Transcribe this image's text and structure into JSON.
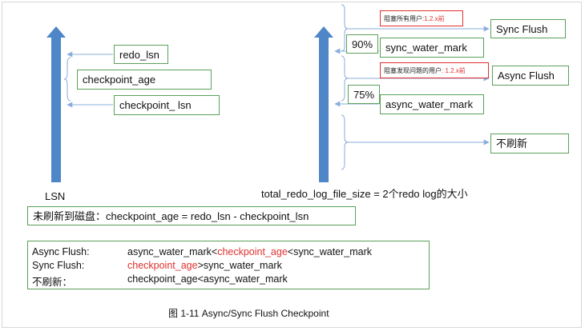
{
  "left_axis": {
    "label": "LSN"
  },
  "left_boxes": {
    "redo_lsn": "redo_lsn",
    "checkpoint_age": "checkpoint_age",
    "checkpoint_lsn": "checkpoint_ lsn"
  },
  "right_axis": {
    "label": "total_redo_log_file_size = 2个redo log的大小"
  },
  "right_boxes": {
    "pct_90": "90%",
    "sync_water_mark": "sync_water_mark",
    "pct_75": "75%",
    "async_water_mark": "async_water_mark"
  },
  "notes": {
    "sync_note": "阻塞所有用户",
    "sync_note_ver": ":1.2.x前",
    "async_note": "阻塞发现问题的用户",
    "async_note_ver": ": 1.2.x前"
  },
  "outcomes": {
    "sync_flush": "Sync Flush",
    "async_flush": "Async Flush",
    "no_flush": "不刷新"
  },
  "formula": "未刷新到磁盘：checkpoint_age = redo_lsn - checkpoint_lsn",
  "legend": {
    "async_label": "Async Flush:",
    "async_pre": "async_water_mark<",
    "async_hl": "checkpoint_age",
    "async_post": "<sync_water_mark",
    "sync_label": "Sync Flush:",
    "sync_hl": "checkpoint_age",
    "sync_post": ">sync_water_mark",
    "none_label": "不刷新：",
    "none_expr": "checkpoint_age<async_water_mark"
  },
  "caption": "图 1-11 Async/Sync Flush Checkpoint",
  "colors": {
    "arrow": "#4e86c8",
    "box_border": "#5aa05a",
    "highlight": "#e03030",
    "connector": "#8aaedc"
  }
}
